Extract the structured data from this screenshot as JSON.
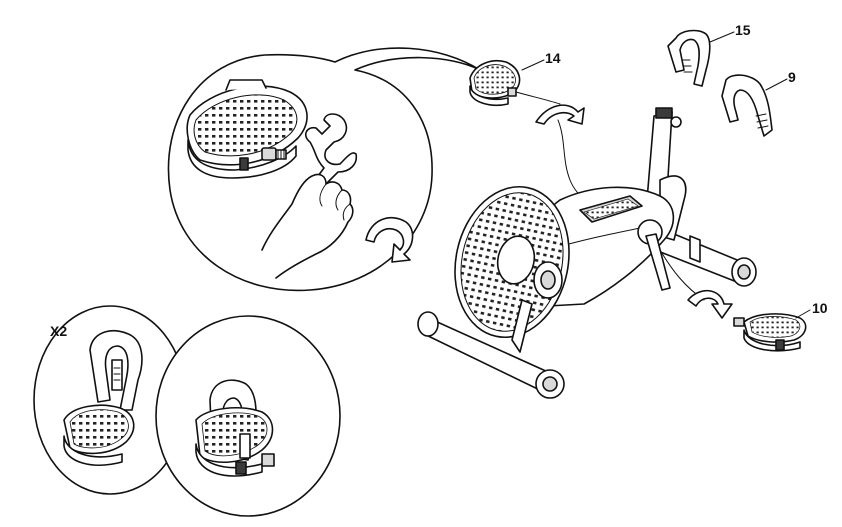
{
  "diagram": {
    "callouts": [
      {
        "id": "part-14",
        "label": "14"
      },
      {
        "id": "part-15",
        "label": "15"
      },
      {
        "id": "part-9",
        "label": "9"
      },
      {
        "id": "part-10",
        "label": "10"
      }
    ],
    "quantity_label": "X2",
    "colors": {
      "ink": "#111111",
      "paper": "#ffffff",
      "shade": "#d9d9d9"
    }
  }
}
